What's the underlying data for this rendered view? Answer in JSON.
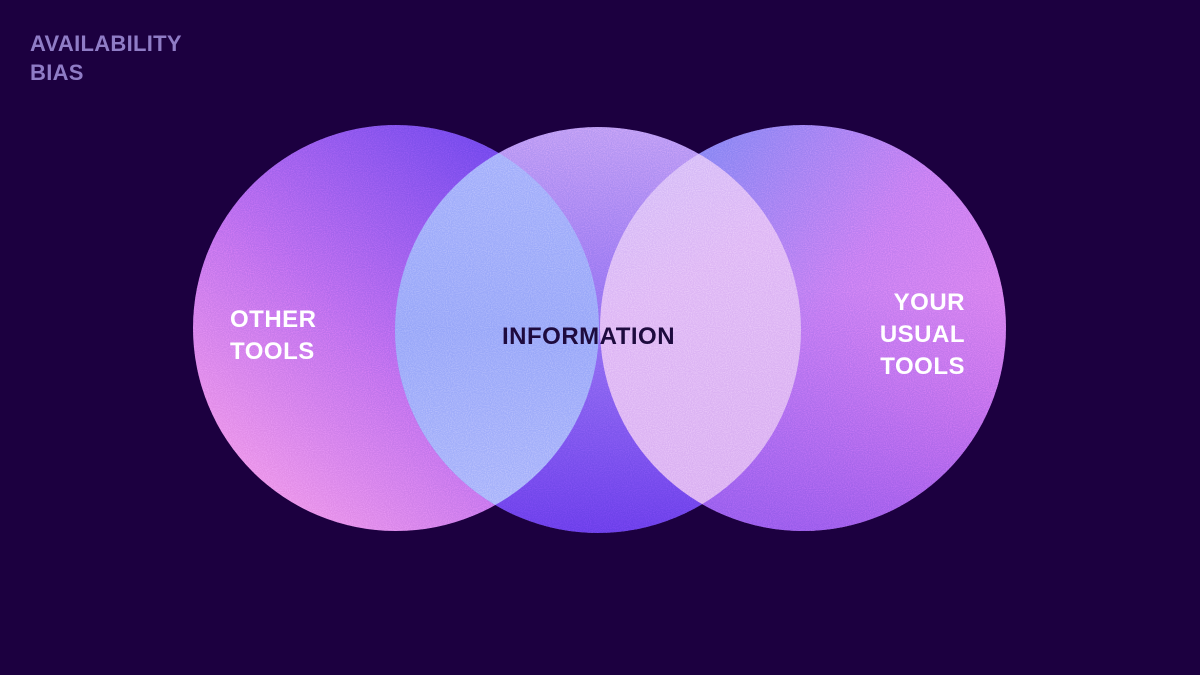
{
  "title": {
    "lines": [
      "AVAILABILITY",
      "BIAS"
    ]
  },
  "diagram": {
    "type": "venn",
    "circles": [
      {
        "id": "left",
        "label_lines": [
          "OTHER",
          "TOOLS"
        ]
      },
      {
        "id": "middle",
        "label_lines": [
          "INFORMATION"
        ]
      },
      {
        "id": "right",
        "label_lines": [
          "YOUR",
          "USUAL",
          "TOOLS"
        ]
      }
    ]
  },
  "colors": {
    "background": "#1c0040",
    "title_text": "#8f7cc6",
    "label_light": "#ffffff",
    "label_dark": "#1e0b3e",
    "violet": "#7448ee",
    "pink": "#e78ae6",
    "periwinkle": "#8a9bf5",
    "lavender_light": "#d9b8f5"
  }
}
